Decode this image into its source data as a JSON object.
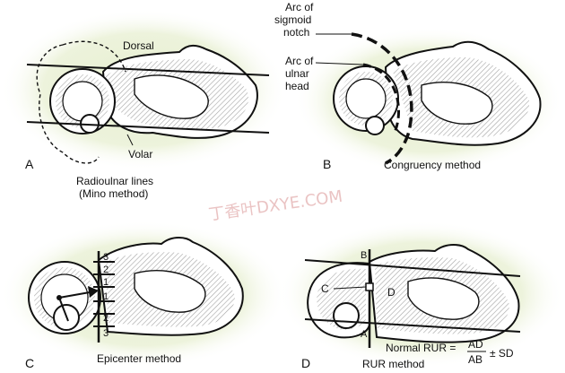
{
  "colors": {
    "bg_halo": "#e9f0d5",
    "ink": "#111111",
    "hatch": "#555555",
    "watermark": "#e2a9a9"
  },
  "panel_a": {
    "letter": "A",
    "dorsal": "Dorsal",
    "volar": "Volar",
    "caption_1": "Radioulnar lines",
    "caption_2": "(Mino method)"
  },
  "panel_b": {
    "letter": "B",
    "arc_sigmoid_1": "Arc of",
    "arc_sigmoid_2": "sigmoid",
    "arc_sigmoid_3": "notch",
    "arc_ulnar_1": "Arc of",
    "arc_ulnar_2": "ulnar",
    "arc_ulnar_3": "head",
    "caption": "Congruency method"
  },
  "panel_c": {
    "letter": "C",
    "ticks": [
      "3",
      "2",
      "1",
      "1",
      "2",
      "3"
    ],
    "caption": "Epicenter method"
  },
  "panel_d": {
    "letter": "D",
    "point_b": "B",
    "point_a": "A",
    "point_c": "C",
    "point_d": "D",
    "formula_prefix": "Normal RUR =",
    "formula_num": "AD",
    "formula_den": "AB",
    "formula_suffix": "± SD",
    "caption": "RUR method"
  },
  "watermark": "丁香叶DXYE.COM"
}
